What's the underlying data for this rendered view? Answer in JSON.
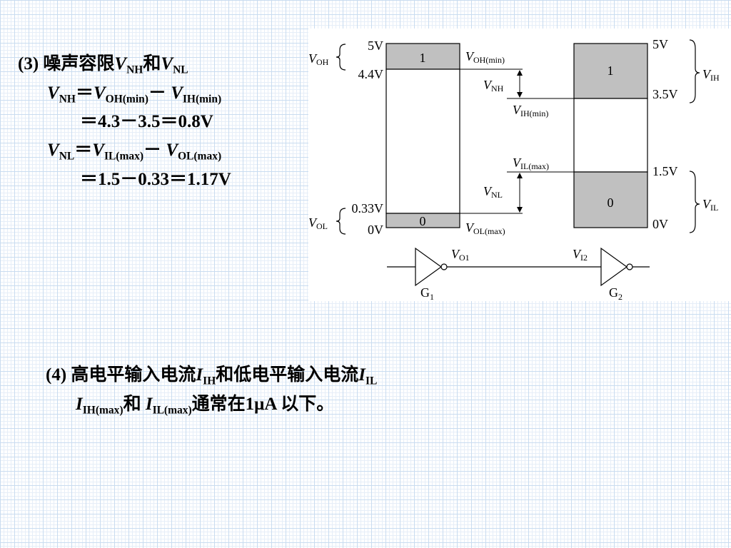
{
  "section3": {
    "num": "(3)",
    "title": "噪声容限",
    "v": "V",
    "sub_nh": "NH",
    "and": "和",
    "sub_nl": "NL",
    "eq": "＝",
    "minus": "－",
    "sub_oh_min": "OH(min)",
    "sub_ih_min": "IH(min)",
    "result_nh": "＝4.3－3.5＝0.8V",
    "sub_il_max": "IL(max)",
    "sub_ol_max": "OL(max)",
    "result_nl": "＝1.5－0.33＝1.17V"
  },
  "section4": {
    "num": "(4)",
    "text_a": "高电平输入电流",
    "i": "I",
    "sub_ih": "IH",
    "text_b": "和低电平输入电流",
    "sub_il": "IL",
    "sub_ih_max": "IH(max)",
    "and": "和",
    "sub_il_max": "IL(max)",
    "text_c": "通常在1μA 以下。"
  },
  "diagram": {
    "v": "V",
    "left": {
      "top_v": "5V",
      "oh_level": "4.4V",
      "ol_level": "0.33V",
      "bottom_v": "0V",
      "box_1": "1",
      "box_0": "0",
      "sub_oh": "OH",
      "sub_ol": "OL"
    },
    "right": {
      "top_v": "5V",
      "ih_level": "3.5V",
      "il_level": "1.5V",
      "bottom_v": "0V",
      "box_1": "1",
      "box_0": "0",
      "sub_ih": "IH",
      "sub_il": "IL"
    },
    "middle": {
      "sub_oh_min": "OH(min)",
      "sub_nh": "NH",
      "sub_ih_min": "IH(min)",
      "sub_il_max": "IL(max)",
      "sub_nl": "NL",
      "sub_ol_max": "OL(max)"
    },
    "circuit": {
      "sub_o1": "O1",
      "sub_i2": "I2",
      "g": "G",
      "g1_sub": "1",
      "g2_sub": "2"
    },
    "colors": {
      "shade": "#c0c0c0",
      "stroke": "#000000"
    }
  }
}
